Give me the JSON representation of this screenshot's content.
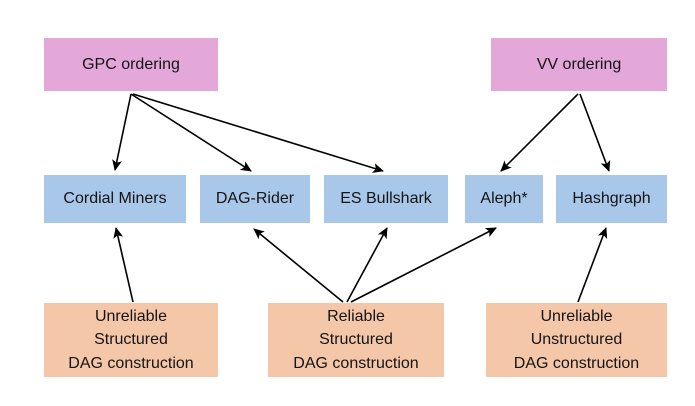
{
  "palette": {
    "ordering_box": "#E3A7DA",
    "protocol_box": "#A9C7E9",
    "construction_box": "#F5C7A9",
    "arrow": "#000000",
    "text": "#141414",
    "background": "#FFFFFF"
  },
  "nodes": {
    "gpc_ordering": {
      "label": "GPC ordering",
      "type": "ordering"
    },
    "vv_ordering": {
      "label": "VV ordering",
      "type": "ordering"
    },
    "cordial_miners": {
      "label": "Cordial Miners",
      "type": "protocol"
    },
    "dag_rider": {
      "label": "DAG-Rider",
      "type": "protocol"
    },
    "es_bullshark": {
      "label": "ES Bullshark",
      "type": "protocol"
    },
    "aleph": {
      "label": "Aleph*",
      "type": "protocol"
    },
    "hashgraph": {
      "label": "Hashgraph",
      "type": "protocol"
    },
    "unreliable_structured": {
      "label": "Unreliable\nStructured\nDAG construction",
      "type": "construction"
    },
    "reliable_structured": {
      "label": "Reliable\nStructured\nDAG construction",
      "type": "construction"
    },
    "unreliable_unstructured": {
      "label": "Unreliable\nUnstructured\nDAG construction",
      "type": "construction"
    }
  },
  "edges": [
    {
      "from": "gpc_ordering",
      "to": "cordial_miners"
    },
    {
      "from": "gpc_ordering",
      "to": "dag_rider"
    },
    {
      "from": "gpc_ordering",
      "to": "es_bullshark"
    },
    {
      "from": "vv_ordering",
      "to": "aleph"
    },
    {
      "from": "vv_ordering",
      "to": "hashgraph"
    },
    {
      "from": "unreliable_structured",
      "to": "cordial_miners"
    },
    {
      "from": "reliable_structured",
      "to": "dag_rider"
    },
    {
      "from": "reliable_structured",
      "to": "es_bullshark"
    },
    {
      "from": "reliable_structured",
      "to": "aleph"
    },
    {
      "from": "unreliable_unstructured",
      "to": "hashgraph"
    }
  ]
}
